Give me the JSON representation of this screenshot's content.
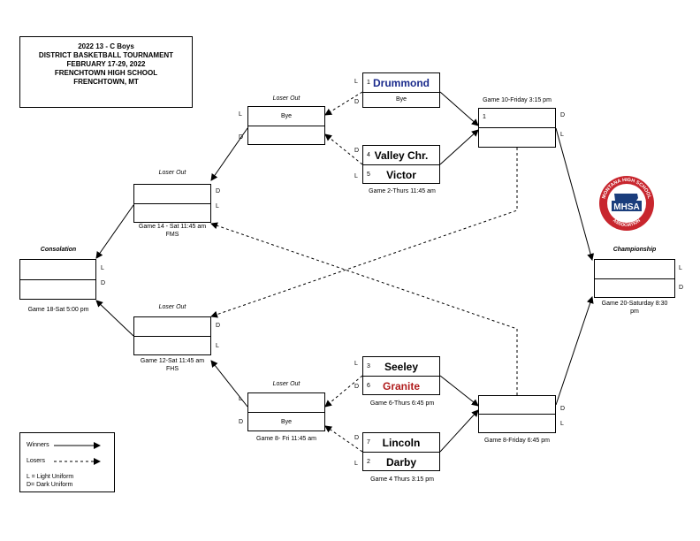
{
  "title": {
    "line1": "2022 13 - C Boys",
    "line2": "DISTRICT BASKETBALL  TOURNAMENT",
    "line3": "FEBRUARY 17-29, 2022",
    "line4": "FRENCHTOWN HIGH  SCHOOL",
    "line5": "FRENCHTOWN, MT"
  },
  "logo": {
    "arc_text": "MONTANA HIGH SCHOOL",
    "main": "MHSA",
    "bottom": "ASSOCIATION"
  },
  "games": {
    "g1": {
      "top_uni": "L",
      "top_seed": "1",
      "top_team": "Drummond",
      "top_color": "#1a2a8c",
      "bottom_uni": "D",
      "bottom_team": "Bye"
    },
    "g2": {
      "top_uni": "D",
      "top_seed": "4",
      "top_team": "Valley Chr.",
      "bottom_uni": "L",
      "bottom_seed": "5",
      "bottom_team": "Victor",
      "label": "Game 2-Thurs 11:45 am"
    },
    "g6": {
      "top_uni": "L",
      "top_seed": "3",
      "top_team": "Seeley",
      "bottom_uni": "D",
      "bottom_seed": "6",
      "bottom_team": "Granite",
      "bottom_color": "#b01c1c",
      "label": "Game 6-Thurs 6:45 pm"
    },
    "g4": {
      "top_uni": "D",
      "top_seed": "7",
      "top_team": "Lincoln",
      "bottom_uni": "L",
      "bottom_seed": "2",
      "bottom_team": "Darby",
      "label": "Game 4 Thurs 3:15 pm"
    },
    "loser_top": {
      "heading": "Loser Out",
      "top_uni": "L",
      "top_team": "Bye",
      "bottom_uni": "D"
    },
    "loser_bottom": {
      "heading": "Loser Out",
      "top_uni": "L",
      "bottom_uni": "D",
      "bottom_team": "Bye",
      "label": "Game 8- Fri 11:45 am"
    },
    "g10": {
      "label": "Game 10-Friday 3:15 pm",
      "top_seed": "1",
      "top_uni": "D",
      "bottom_uni": "L"
    },
    "g8": {
      "label": "Game 8-Friday 6:45 pm",
      "top_uni": "D",
      "bottom_uni": "L"
    },
    "g14": {
      "heading": "Loser Out",
      "label1": "Game 14 - Sat 11:45 am",
      "label2": "FMS",
      "top_uni": "D",
      "bottom_uni": "L"
    },
    "g12": {
      "heading": "Loser Out",
      "label1": "Game 12-Sat 11:45 am",
      "label2": "FHS",
      "top_uni": "D",
      "bottom_uni": "L"
    },
    "consolation": {
      "heading": "Consolation",
      "label": "Game 18-Sat 5:00 pm",
      "top_uni": "L",
      "bottom_uni": "D"
    },
    "championship": {
      "heading": "Championship",
      "label1": "Game 20-Saturday 8:30",
      "label2": "pm",
      "top_uni": "L",
      "bottom_uni": "D"
    }
  },
  "legend": {
    "winners": "Winners",
    "losers": "Losers",
    "light": "L = Light Uniform",
    "dark": "D= Dark Uniform"
  }
}
